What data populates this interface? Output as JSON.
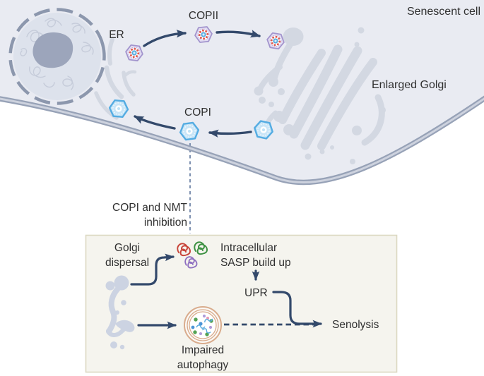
{
  "scene": {
    "senescent_cell": "Senescent cell",
    "er": "ER",
    "copii": "COPII",
    "copi": "COPI",
    "enlarged_golgi": "Enlarged Golgi",
    "inhibition": "COPI and NMT inhibition"
  },
  "panel": {
    "golgi_dispersal": "Golgi dispersal",
    "sasp": "Intracellular SASP build up",
    "upr": "UPR",
    "senolysis": "Senolysis",
    "impaired_autophagy": "Impaired autophagy"
  },
  "icons": {
    "copii_vesicle": "hexagonal COPII-coated vesicle",
    "copi_vesicle": "hexagonal COPI-coated vesicle",
    "nucleus": "nucleus with chromatin and nucleolus",
    "er": "endoplasmic reticulum cisternae",
    "enlarged_golgi": "enlarged Golgi stack",
    "dispersed_golgi": "dispersed Golgi fragment",
    "sasp_proteins": "misfolded SASP protein tangles",
    "autophagosome": "impaired autophagosome with cargo"
  },
  "colors": {
    "arrow": "#33496b",
    "text": "#303030",
    "cell_fill": "#e9ebf2",
    "membrane": "#97a2b7",
    "membrane_gap": "#cdd2de",
    "nucleus_fill": "#dde2ec",
    "nucleus_envelope": "#8c97ad",
    "nucleolus": "#9ca5bb",
    "chromatin": "#c6ccda",
    "organelle": "#d3d8e2",
    "dispersed": "#ccd3e2",
    "copi_coat": "#54ace2",
    "copi_fill": "#c9e5f7",
    "copii_coat": "#a294cd",
    "copii_coat_fill": "#e3ddf2",
    "cargo_red": "#dd5c52",
    "core_blue": "#59ade0",
    "panel_bg": "#f5f4ee",
    "panel_border": "#dcd8c2",
    "dashed_line": "#7085a8",
    "ring_tan": "#d9ac8d",
    "sasp_red": "#c8453a",
    "sasp_green": "#3d9142",
    "sasp_purple": "#8e6fc0",
    "dot_green": "#55a254",
    "dot_blue": "#4b94d6",
    "dot_purple": "#b09bd8",
    "dot_pink": "#e79ab5",
    "squiggle_blue": "#56aade"
  }
}
